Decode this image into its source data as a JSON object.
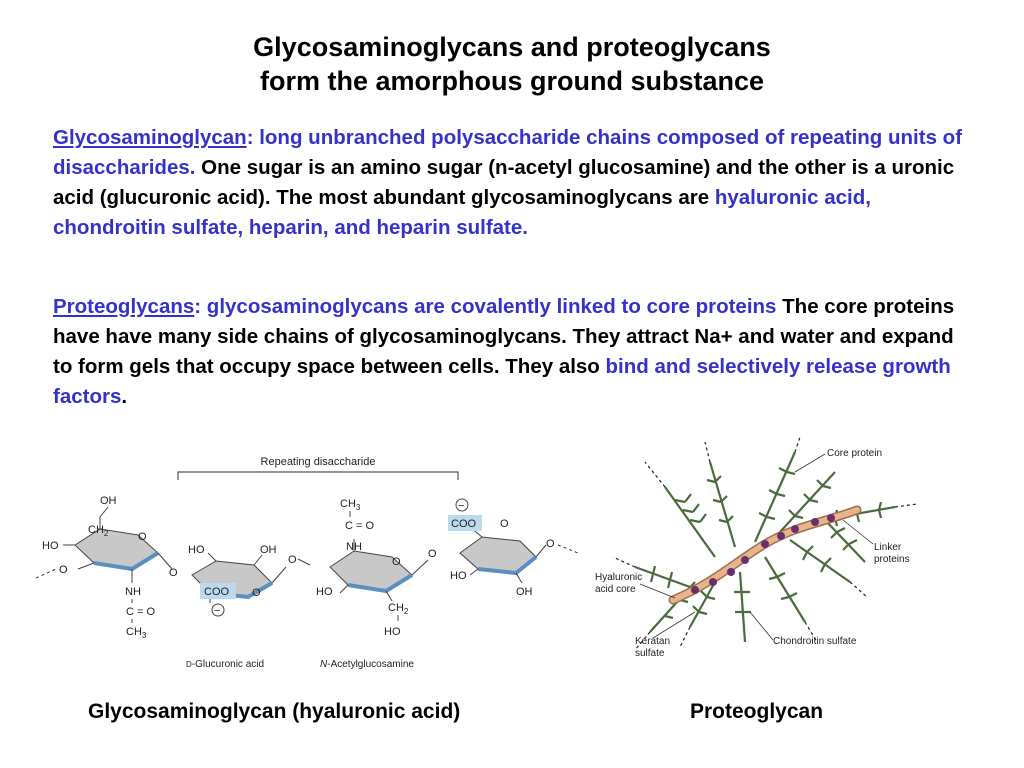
{
  "title": {
    "line1": "Glycosaminoglycans and proteoglycans",
    "line2": "form the amorphous ground substance"
  },
  "paragraph1": {
    "term": "Glycosaminoglycan",
    "definition": ": long unbranched polysaccharide chains composed of repeating units of disaccharides.",
    "text": " One sugar is an amino sugar (n-acetyl glucosamine) and the other is a uronic acid (glucuronic acid). The most abundant glycosaminoglycans are ",
    "highlight": "hyaluronic acid, chondroitin sulfate, heparin, and heparin sulfate."
  },
  "paragraph2": {
    "term": "Proteoglycans",
    "definition": ": glycosaminoglycans are covalently linked to core proteins",
    "text": " The core proteins have have many side chains of glycosaminoglycans. They attract Na+ and water and expand to form gels that occupy space between cells. They also ",
    "highlight": "bind and selectively release growth factors",
    "end": "."
  },
  "gag_diagram": {
    "bracket_label": "Repeating disaccharide",
    "ring1": {
      "top1": "OH",
      "top2": "CH",
      "top2_sub": "2",
      "left": "HO",
      "bridge": "O",
      "bottom1": "NH",
      "bottom2": "C",
      "bottom2_eq": "O",
      "bottom3": "CH",
      "bottom3_sub": "3",
      "ring_o": "O"
    },
    "ring2": {
      "left": "HO",
      "right": "OH",
      "coo": "COO",
      "charge": "−",
      "ring_o": "O",
      "bridge": "O"
    },
    "ring3": {
      "top1": "CH",
      "top1_sub": "3",
      "top2": "C",
      "top2_eq": "O",
      "top3": "NH",
      "left": "HO",
      "bottom1": "CH",
      "bottom1_sub": "2",
      "bottom2": "HO",
      "ring_o": "O",
      "bridge": "O"
    },
    "ring4": {
      "coo": "COO",
      "charge": "−",
      "ring_o": "O",
      "left": "HO",
      "right": "OH",
      "end": "O"
    },
    "label_glucuronic_prefix": "D",
    "label_glucuronic": "-Glucuronic acid",
    "label_nag_prefix": "N",
    "label_nag": "-Acetylglucosamine"
  },
  "proteoglycan_diagram": {
    "core_protein": "Core protein",
    "linker1": "Linker",
    "linker2": "proteins",
    "hyaluronic1": "Hyaluronic",
    "hyaluronic2": "acid core",
    "keratan1": "Keratan",
    "keratan2": "sulfate",
    "chondroitin": "Chondroitin sulfate"
  },
  "captions": {
    "left": "Glycosaminoglycan (hyaluronic acid)",
    "right": "Proteoglycan"
  },
  "colors": {
    "blue_text": "#3333cc",
    "ring_fill": "#c8c8c8",
    "ring_edge": "#5a8fc0",
    "coo_box": "#bcd9ee",
    "core_strand": "#e8b48c",
    "linker_dots": "#6b2f6e",
    "side_chain": "#4a6b3d"
  }
}
